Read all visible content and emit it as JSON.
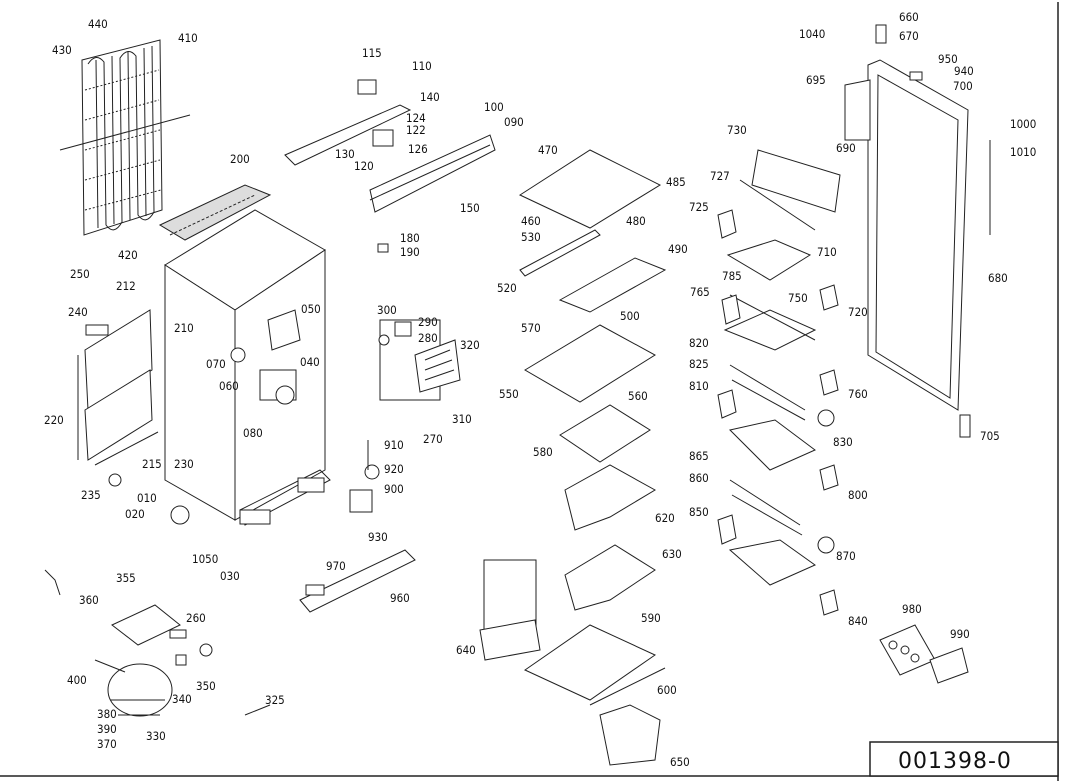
{
  "drawing_id": "001398-0",
  "part_numbers": [
    "440",
    "410",
    "430",
    "115",
    "110",
    "140",
    "124",
    "122",
    "130",
    "126",
    "120",
    "100",
    "090",
    "660",
    "1040",
    "670",
    "950",
    "940",
    "700",
    "695",
    "690",
    "1000",
    "1010",
    "680",
    "730",
    "727",
    "725",
    "710",
    "785",
    "765",
    "750",
    "720",
    "820",
    "825",
    "810",
    "760",
    "830",
    "865",
    "860",
    "800",
    "850",
    "870",
    "840",
    "980",
    "990",
    "705",
    "470",
    "485",
    "460",
    "480",
    "530",
    "490",
    "520",
    "500",
    "570",
    "550",
    "560",
    "580",
    "620",
    "630",
    "640",
    "590",
    "600",
    "650",
    "200",
    "150",
    "180",
    "190",
    "050",
    "070",
    "060",
    "040",
    "080",
    "300",
    "290",
    "280",
    "320",
    "270",
    "310",
    "910",
    "920",
    "900",
    "930",
    "250",
    "420",
    "212",
    "240",
    "210",
    "220",
    "230",
    "215",
    "235",
    "010",
    "020",
    "1050",
    "030",
    "970",
    "960",
    "360",
    "355",
    "260",
    "400",
    "350",
    "340",
    "380",
    "390",
    "370",
    "330",
    "325"
  ]
}
